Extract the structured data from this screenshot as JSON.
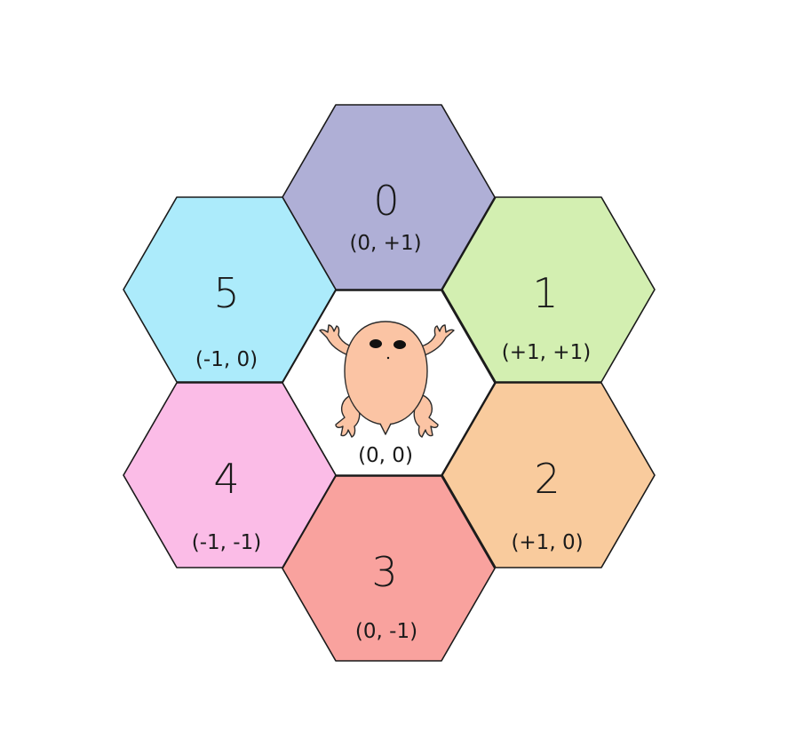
{
  "center": {
    "coord": "(0, 0)",
    "fill": "#ffffff"
  },
  "cells": [
    {
      "index": "0",
      "coord": "(0, +1)",
      "color": "#afafd6"
    },
    {
      "index": "1",
      "coord": "(+1, +1)",
      "color": "#d3efb1"
    },
    {
      "index": "2",
      "coord": "(+1, 0)",
      "color": "#f9cb9d"
    },
    {
      "index": "3",
      "coord": "(0, -1)",
      "color": "#f9a29e"
    },
    {
      "index": "4",
      "coord": "(-1, -1)",
      "color": "#fbbce7"
    },
    {
      "index": "5",
      "coord": "(-1, 0)",
      "color": "#acebfb"
    }
  ],
  "frog": {
    "body_color": "#fbc4a4",
    "eye_color": "#111111"
  }
}
